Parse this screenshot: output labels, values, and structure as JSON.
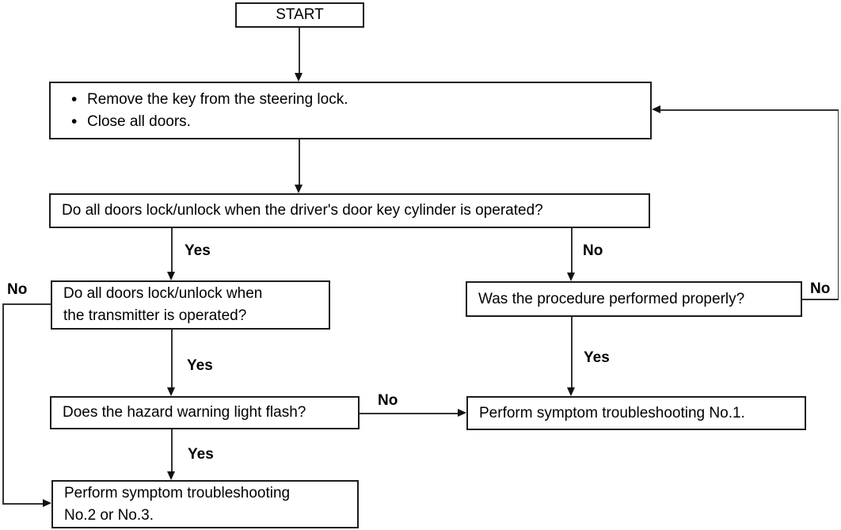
{
  "flowchart": {
    "nodes": {
      "start": "START",
      "prep_steps": [
        "Remove the key from the steering lock.",
        "Close all doors."
      ],
      "q_key_cylinder": "Do all doors lock/unlock when the driver's door key cylinder is operated?",
      "q_transmitter": [
        "Do all doors lock/unlock when",
        "the transmitter is operated?"
      ],
      "q_procedure": "Was the procedure performed properly?",
      "q_hazard": "Does the hazard warning light flash?",
      "result_no1": "Perform symptom troubleshooting No.1.",
      "result_no23": [
        "Perform symptom troubleshooting",
        "No.2 or No.3."
      ]
    },
    "branch_labels": {
      "key_cylinder_yes": "Yes",
      "key_cylinder_no": "No",
      "transmitter_yes": "Yes",
      "transmitter_no": "No",
      "procedure_yes": "Yes",
      "procedure_no": "No",
      "hazard_yes": "Yes",
      "hazard_no": "No"
    },
    "colors": {
      "background": "#ffffff",
      "box_border": "#1c1c1c",
      "connector": "#333333",
      "text": "#000000"
    }
  }
}
